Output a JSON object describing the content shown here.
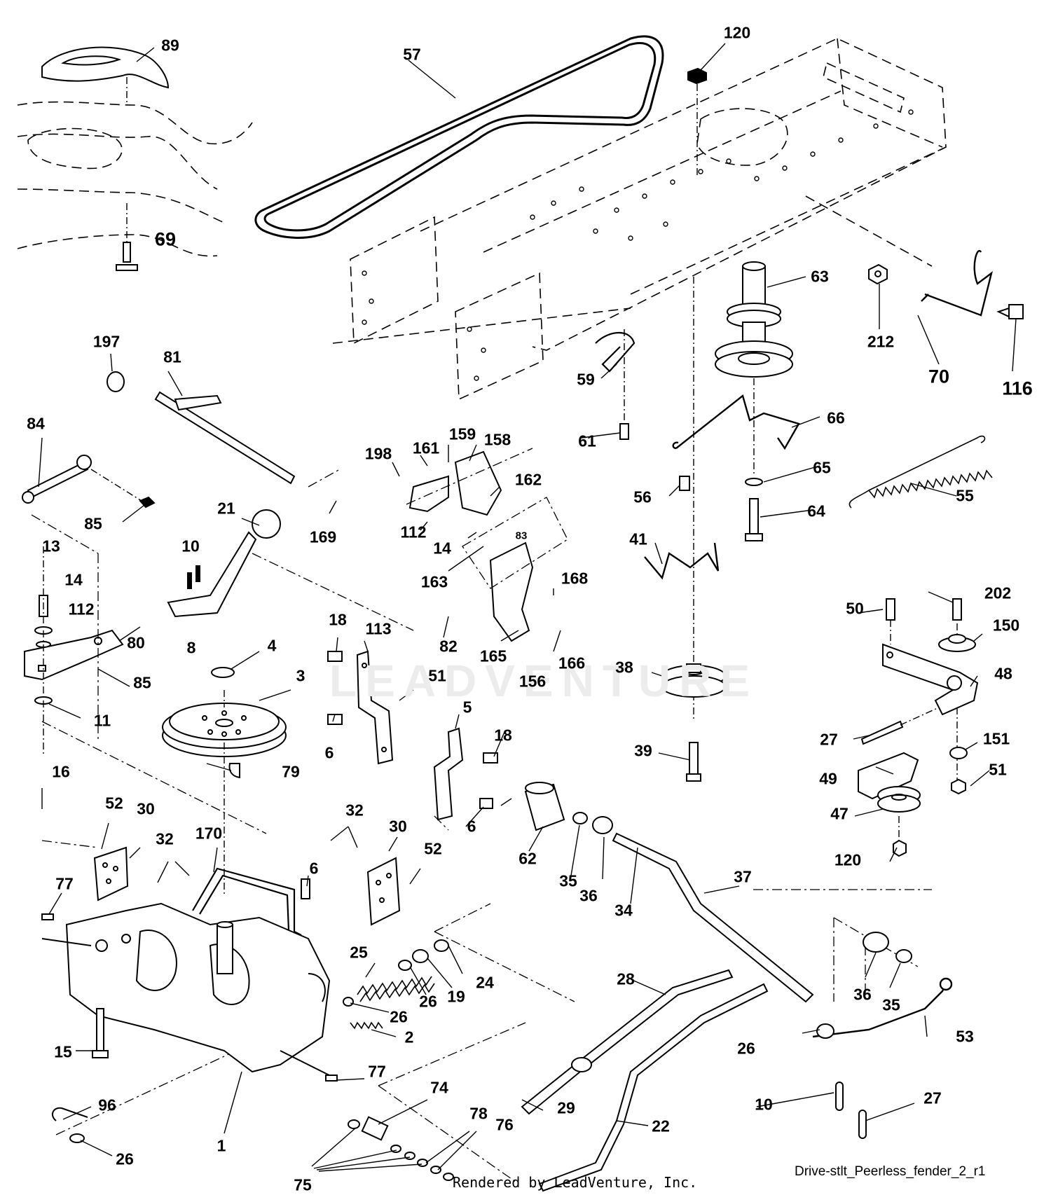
{
  "diagram": {
    "callouts": [
      {
        "label": "89",
        "name": "callout-89"
      },
      {
        "label": "69",
        "name": "callout-69"
      },
      {
        "label": "57",
        "name": "callout-57"
      },
      {
        "label": "120",
        "name": "callout-120-top"
      },
      {
        "label": "63",
        "name": "callout-63"
      },
      {
        "label": "212",
        "name": "callout-212"
      },
      {
        "label": "70",
        "name": "callout-70"
      },
      {
        "label": "116",
        "name": "callout-116"
      },
      {
        "label": "197",
        "name": "callout-197"
      },
      {
        "label": "81",
        "name": "callout-81"
      },
      {
        "label": "59",
        "name": "callout-59"
      },
      {
        "label": "66",
        "name": "callout-66"
      },
      {
        "label": "84",
        "name": "callout-84"
      },
      {
        "label": "161",
        "name": "callout-161"
      },
      {
        "label": "159",
        "name": "callout-159"
      },
      {
        "label": "158",
        "name": "callout-158"
      },
      {
        "label": "198",
        "name": "callout-198"
      },
      {
        "label": "61",
        "name": "callout-61"
      },
      {
        "label": "162",
        "name": "callout-162"
      },
      {
        "label": "65",
        "name": "callout-65"
      },
      {
        "label": "85",
        "name": "callout-85-top"
      },
      {
        "label": "21",
        "name": "callout-21"
      },
      {
        "label": "56",
        "name": "callout-56"
      },
      {
        "label": "55",
        "name": "callout-55"
      },
      {
        "label": "64",
        "name": "callout-64"
      },
      {
        "label": "112",
        "name": "callout-112-mid"
      },
      {
        "label": "169",
        "name": "callout-169"
      },
      {
        "label": "41",
        "name": "callout-41"
      },
      {
        "label": "14",
        "name": "callout-14-mid"
      },
      {
        "label": "83",
        "name": "callout-83"
      },
      {
        "label": "13",
        "name": "callout-13"
      },
      {
        "label": "10",
        "name": "callout-10-left"
      },
      {
        "label": "163",
        "name": "callout-163"
      },
      {
        "label": "14",
        "name": "callout-14-left"
      },
      {
        "label": "168",
        "name": "callout-168"
      },
      {
        "label": "202",
        "name": "callout-202"
      },
      {
        "label": "50",
        "name": "callout-50"
      },
      {
        "label": "112",
        "name": "callout-112-left"
      },
      {
        "label": "150",
        "name": "callout-150"
      },
      {
        "label": "18",
        "name": "callout-18-left"
      },
      {
        "label": "113",
        "name": "callout-113"
      },
      {
        "label": "80",
        "name": "callout-80"
      },
      {
        "label": "166",
        "name": "callout-166"
      },
      {
        "label": "4",
        "name": "callout-4"
      },
      {
        "label": "82",
        "name": "callout-82"
      },
      {
        "label": "8",
        "name": "callout-8"
      },
      {
        "label": "165",
        "name": "callout-165"
      },
      {
        "label": "38",
        "name": "callout-38"
      },
      {
        "label": "48",
        "name": "callout-48"
      },
      {
        "label": "3",
        "name": "callout-3"
      },
      {
        "label": "51",
        "name": "callout-51-mid"
      },
      {
        "label": "85",
        "name": "callout-85-left"
      },
      {
        "label": "156",
        "name": "callout-156"
      },
      {
        "label": "11",
        "name": "callout-11"
      },
      {
        "label": "5",
        "name": "callout-5"
      },
      {
        "label": "6",
        "name": "callout-6-a"
      },
      {
        "label": "18",
        "name": "callout-18-mid"
      },
      {
        "label": "27",
        "name": "callout-27-right"
      },
      {
        "label": "151",
        "name": "callout-151"
      },
      {
        "label": "39",
        "name": "callout-39"
      },
      {
        "label": "79",
        "name": "callout-79"
      },
      {
        "label": "49",
        "name": "callout-49"
      },
      {
        "label": "51",
        "name": "callout-51-right"
      },
      {
        "label": "16",
        "name": "callout-16"
      },
      {
        "label": "52",
        "name": "callout-52-left"
      },
      {
        "label": "30",
        "name": "callout-30-left"
      },
      {
        "label": "6",
        "name": "callout-6-b"
      },
      {
        "label": "47",
        "name": "callout-47"
      },
      {
        "label": "32",
        "name": "callout-32-mid"
      },
      {
        "label": "32",
        "name": "callout-32-left"
      },
      {
        "label": "170",
        "name": "callout-170"
      },
      {
        "label": "30",
        "name": "callout-30-mid"
      },
      {
        "label": "52",
        "name": "callout-52-mid"
      },
      {
        "label": "62",
        "name": "callout-62"
      },
      {
        "label": "120",
        "name": "callout-120-bottom"
      },
      {
        "label": "6",
        "name": "callout-6-c"
      },
      {
        "label": "35",
        "name": "callout-35-left"
      },
      {
        "label": "36",
        "name": "callout-36-left"
      },
      {
        "label": "37",
        "name": "callout-37"
      },
      {
        "label": "77",
        "name": "callout-77-top"
      },
      {
        "label": "34",
        "name": "callout-34"
      },
      {
        "label": "25",
        "name": "callout-25"
      },
      {
        "label": "24",
        "name": "callout-24"
      },
      {
        "label": "28",
        "name": "callout-28"
      },
      {
        "label": "26",
        "name": "callout-26-a"
      },
      {
        "label": "19",
        "name": "callout-19"
      },
      {
        "label": "36",
        "name": "callout-36-right"
      },
      {
        "label": "35",
        "name": "callout-35-right"
      },
      {
        "label": "26",
        "name": "callout-26-b"
      },
      {
        "label": "2",
        "name": "callout-2"
      },
      {
        "label": "53",
        "name": "callout-53"
      },
      {
        "label": "26",
        "name": "callout-26-c"
      },
      {
        "label": "15",
        "name": "callout-15"
      },
      {
        "label": "77",
        "name": "callout-77-bottom"
      },
      {
        "label": "74",
        "name": "callout-74"
      },
      {
        "label": "10",
        "name": "callout-10-right"
      },
      {
        "label": "27",
        "name": "callout-27-bottom"
      },
      {
        "label": "96",
        "name": "callout-96"
      },
      {
        "label": "29",
        "name": "callout-29"
      },
      {
        "label": "78",
        "name": "callout-78"
      },
      {
        "label": "22",
        "name": "callout-22"
      },
      {
        "label": "76",
        "name": "callout-76"
      },
      {
        "label": "1",
        "name": "callout-1"
      },
      {
        "label": "26",
        "name": "callout-26-d"
      },
      {
        "label": "75",
        "name": "callout-75"
      }
    ],
    "caption": "Drive-stlt_Peerless_fender_2_r1",
    "credit": "Rendered by LeadVenture, Inc.",
    "watermark": "LEADVENTURE"
  }
}
